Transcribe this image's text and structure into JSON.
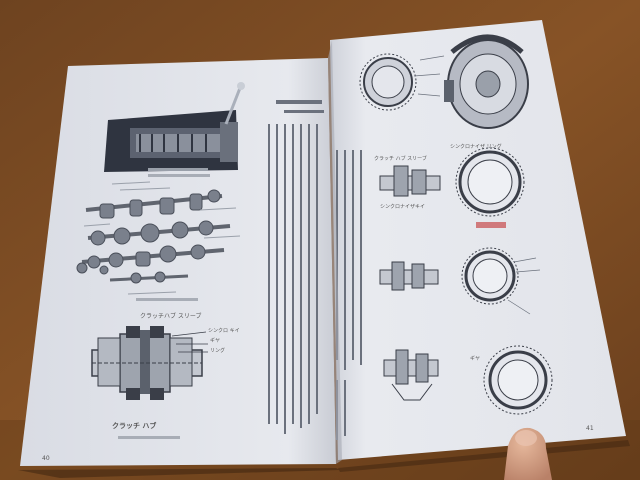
{
  "photo": {
    "subject": "open technical booklet on a wooden table",
    "colors": {
      "table": "#7a4a22",
      "table_dark": "#5e3818",
      "paper_left": "#e4e6ec",
      "paper_right": "#eaecf1",
      "ink": "#3a3e48",
      "finger": "#d6a58a"
    }
  },
  "left_page": {
    "labels": {
      "clutch_sleeve": "クラッチハブ スリーブ",
      "synchro_key": "シンクロ キイ",
      "gear": "ギヤ",
      "ring": "リング",
      "clutch_hub": "クラッチ ハブ"
    },
    "page_number": "40"
  },
  "right_page": {
    "labels": {
      "clutch_sleeve": "クラッチ ハブ スリーブ",
      "synchro_key": "シンクロナイザキイ",
      "ring": "シンクロナイザ リング",
      "detail": "ギヤ"
    },
    "page_number": "41"
  }
}
